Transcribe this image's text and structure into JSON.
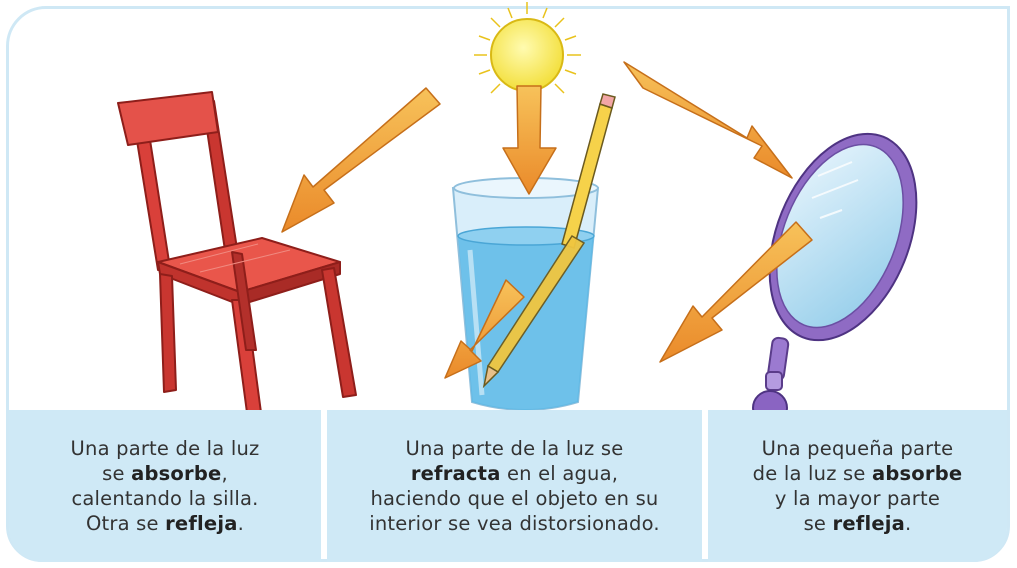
{
  "panels": [
    {
      "lines": [
        [
          {
            "t": "Una parte de la luz",
            "b": false
          }
        ],
        [
          {
            "t": "se ",
            "b": false
          },
          {
            "t": "absorbe",
            "b": true
          },
          {
            "t": ",",
            "b": false
          }
        ],
        [
          {
            "t": "calentando la silla.",
            "b": false
          }
        ],
        [
          {
            "t": "Otra se ",
            "b": false
          },
          {
            "t": "refleja",
            "b": true
          },
          {
            "t": ".",
            "b": false
          }
        ]
      ]
    },
    {
      "lines": [
        [
          {
            "t": "Una parte de la luz se",
            "b": false
          }
        ],
        [
          {
            "t": "refracta",
            "b": true
          },
          {
            "t": " en el agua,",
            "b": false
          }
        ],
        [
          {
            "t": "haciendo que el objeto en su",
            "b": false
          }
        ],
        [
          {
            "t": "interior se vea distorsionado.",
            "b": false
          }
        ]
      ]
    },
    {
      "lines": [
        [
          {
            "t": "Una pequeña parte",
            "b": false
          }
        ],
        [
          {
            "t": "de la luz se ",
            "b": false
          },
          {
            "t": "absorbe",
            "b": true
          }
        ],
        [
          {
            "t": "y la mayor parte",
            "b": false
          }
        ],
        [
          {
            "t": "se ",
            "b": false
          },
          {
            "t": "refleja",
            "b": true
          },
          {
            "t": ".",
            "b": false
          }
        ]
      ]
    }
  ],
  "colors": {
    "panel_background": "#cfe9f6",
    "frame_border": "#cfe8f5",
    "arrow_fill": "#f2a33a",
    "chair": "#e0463d",
    "water": "#5bb8e6",
    "mirror_frame": "#8f6bc4",
    "sun": "#f9ec5c"
  },
  "icons": [
    "sun-icon",
    "chair-icon",
    "glass-icon",
    "pencil-icon",
    "hand-mirror-icon",
    "arrow-icon"
  ]
}
